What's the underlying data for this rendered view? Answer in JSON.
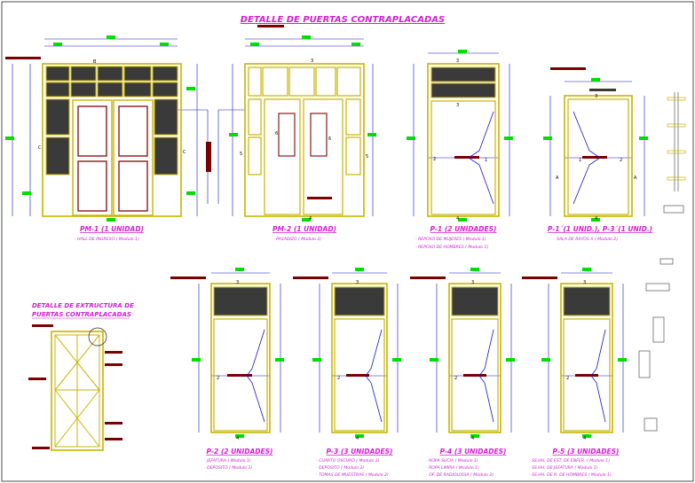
{
  "sheet_title": "DETALLE DE PUERTAS CONTRAPLACADAS",
  "structure_title": [
    "DETALLE DE EXTRUCTURA DE",
    "PUERTAS CONTRAPLACADAS"
  ],
  "doors": [
    {
      "id": "pm1",
      "label": "PM-1 (1 UNIDAD)",
      "notes": [
        "- HALL DE INGRESO ( Modulo 1)"
      ]
    },
    {
      "id": "pm2",
      "label": "PM-2 (1 UNIDAD)",
      "notes": [
        "- PASADIZO ( Modulo 2)"
      ]
    },
    {
      "id": "p1",
      "label": "P-1 (2 UNIDADES)",
      "notes": [
        "- REPOSO DE MUJERES ( Modulo 1)",
        "- REPOSO DE HOMBRES ( Modulo 1)"
      ]
    },
    {
      "id": "p1b",
      "label": "P-1´(1 UNID.), P-3´(1 UNID.)",
      "notes": [
        "- SALA DE RAYOS X ( Modulo 2)"
      ]
    },
    {
      "id": "p2",
      "label": "P-2 (2 UNIDADES)",
      "notes": [
        "- JEFATURA ( Modulo 1)",
        "- DEPOSITO ( Modulo 1)"
      ]
    },
    {
      "id": "p3",
      "label": "P-3 (3 UNIDADES)",
      "notes": [
        "- CUARTO OSCURO ( Modulo 2)",
        "- DEPOSITO ( Modulo 2)",
        "- TOMAS DE MUESTRAS ( Modulo 2)"
      ]
    },
    {
      "id": "p4",
      "label": "P-4 (3 UNIDADES)",
      "notes": [
        "- ROPA SUCIA ( Modulo 1)",
        "- ROPA LIMPIA ( Modulo 1)",
        "- OF. DE RADIOLOGIA ( Modulo 2)"
      ]
    },
    {
      "id": "p5",
      "label": "P-5 (3 UNIDADES)",
      "notes": [
        "- SS.HH. DE EST. DE ENFER. ( Modulo 1)",
        "- SS.HH. DE JEFATURA ( Modulo 1)",
        "- SS.HH. DE R. DE HOMBRES ( Modulo 1)"
      ]
    }
  ],
  "marks": {
    "m3": "3",
    "m1": "1",
    "m2": "2",
    "m4": "4",
    "m5": "5",
    "m6": "6",
    "mB": "B",
    "mC": "C",
    "mA": "A"
  },
  "colors": {
    "frame": "#c8b400",
    "panel": "#3a3a3a",
    "dim": "#1414c8",
    "tag": "#00dd00",
    "text": "#d21fd2",
    "leader": "#7a0000"
  }
}
